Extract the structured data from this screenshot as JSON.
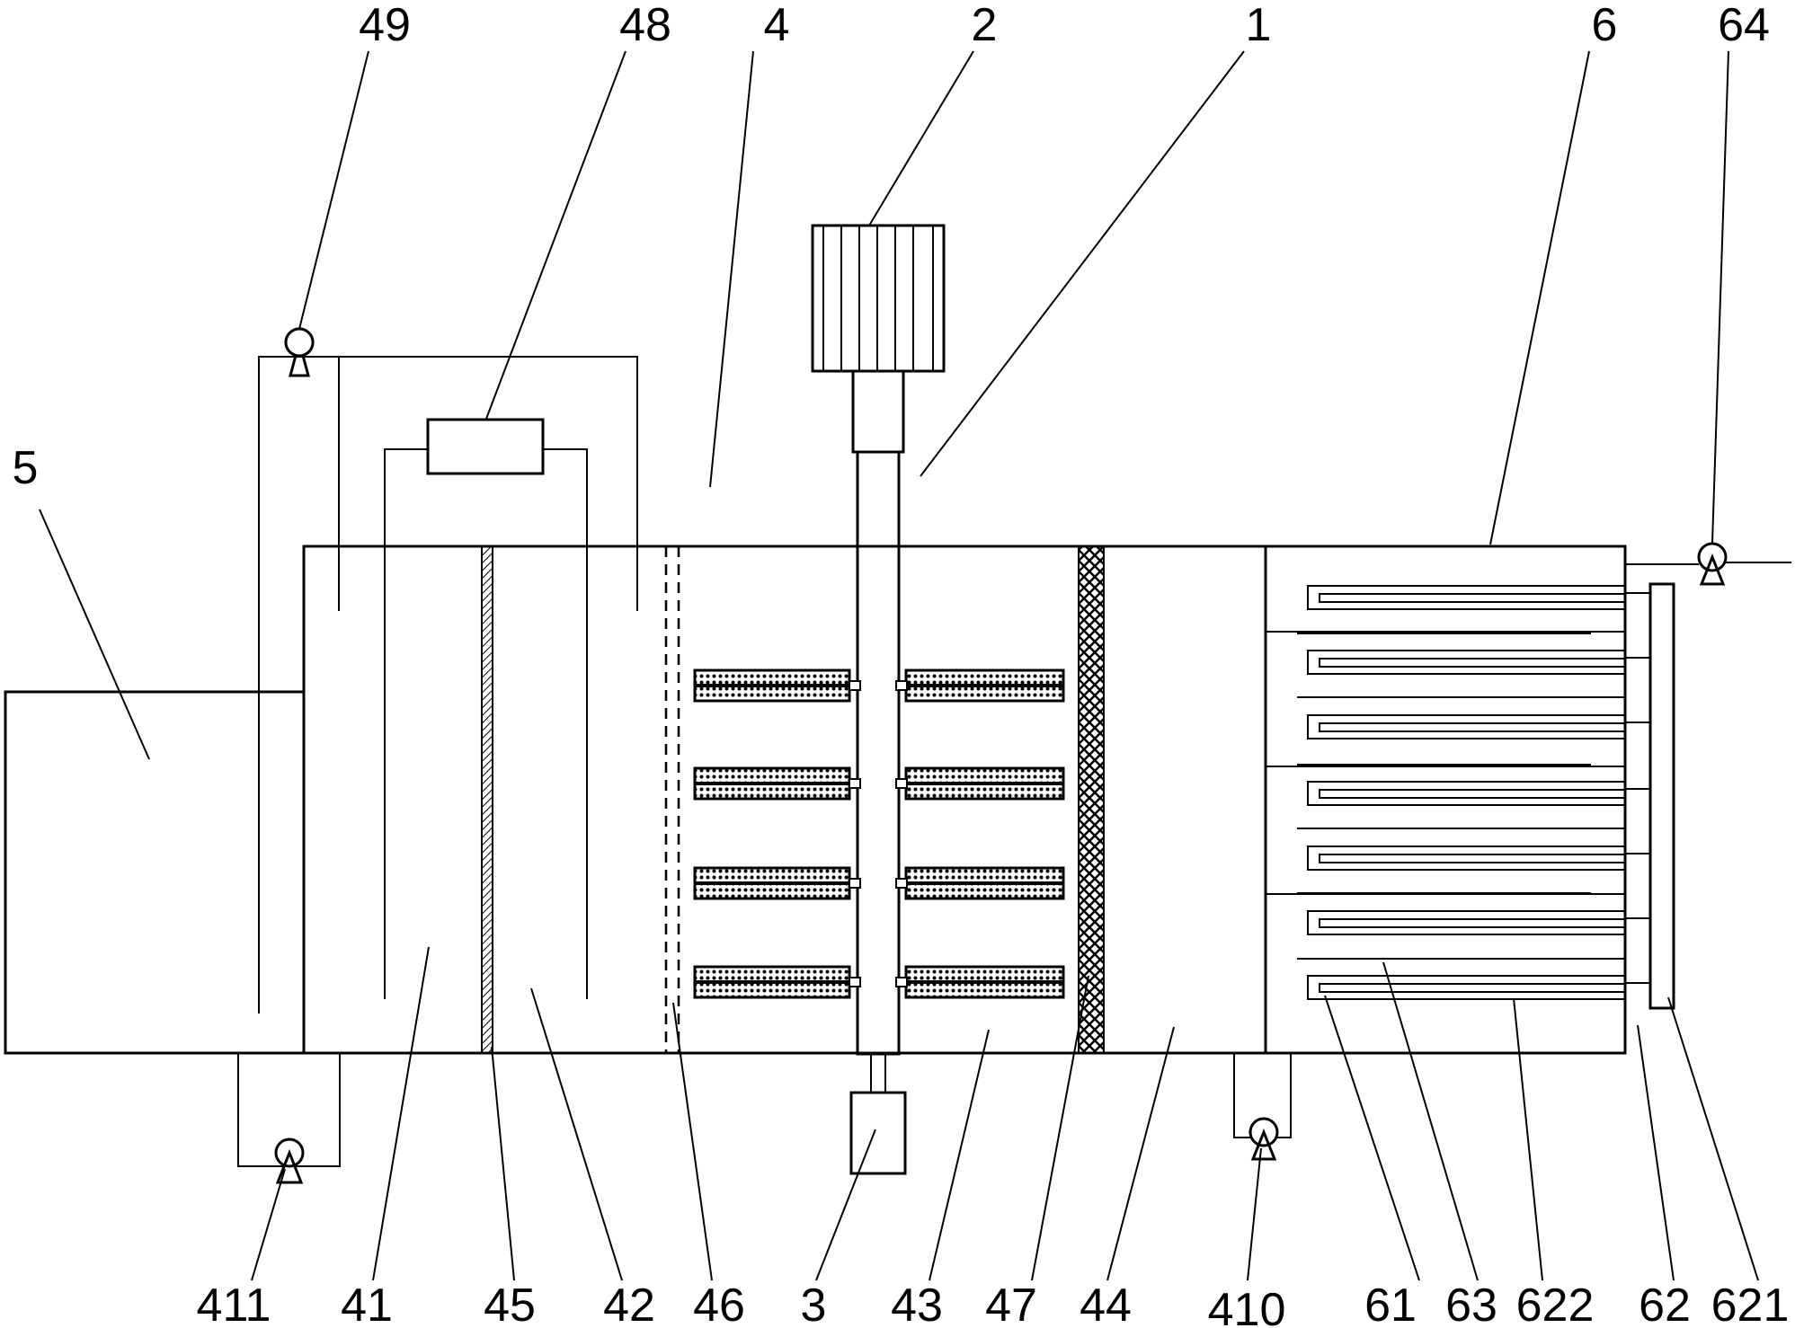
{
  "colors": {
    "line": "#000000",
    "background": "#ffffff"
  },
  "labels": {
    "l49": "49",
    "l48": "48",
    "l4": "4",
    "l2": "2",
    "l1": "1",
    "l6": "6",
    "l64": "64",
    "l5": "5",
    "l411": "411",
    "l41": "41",
    "l45": "45",
    "l42": "42",
    "l46": "46",
    "l3": "3",
    "l43": "43",
    "l47": "47",
    "l44": "44",
    "l410": "410",
    "l61": "61",
    "l63": "63",
    "l622": "622",
    "l62": "62",
    "l621": "621"
  }
}
